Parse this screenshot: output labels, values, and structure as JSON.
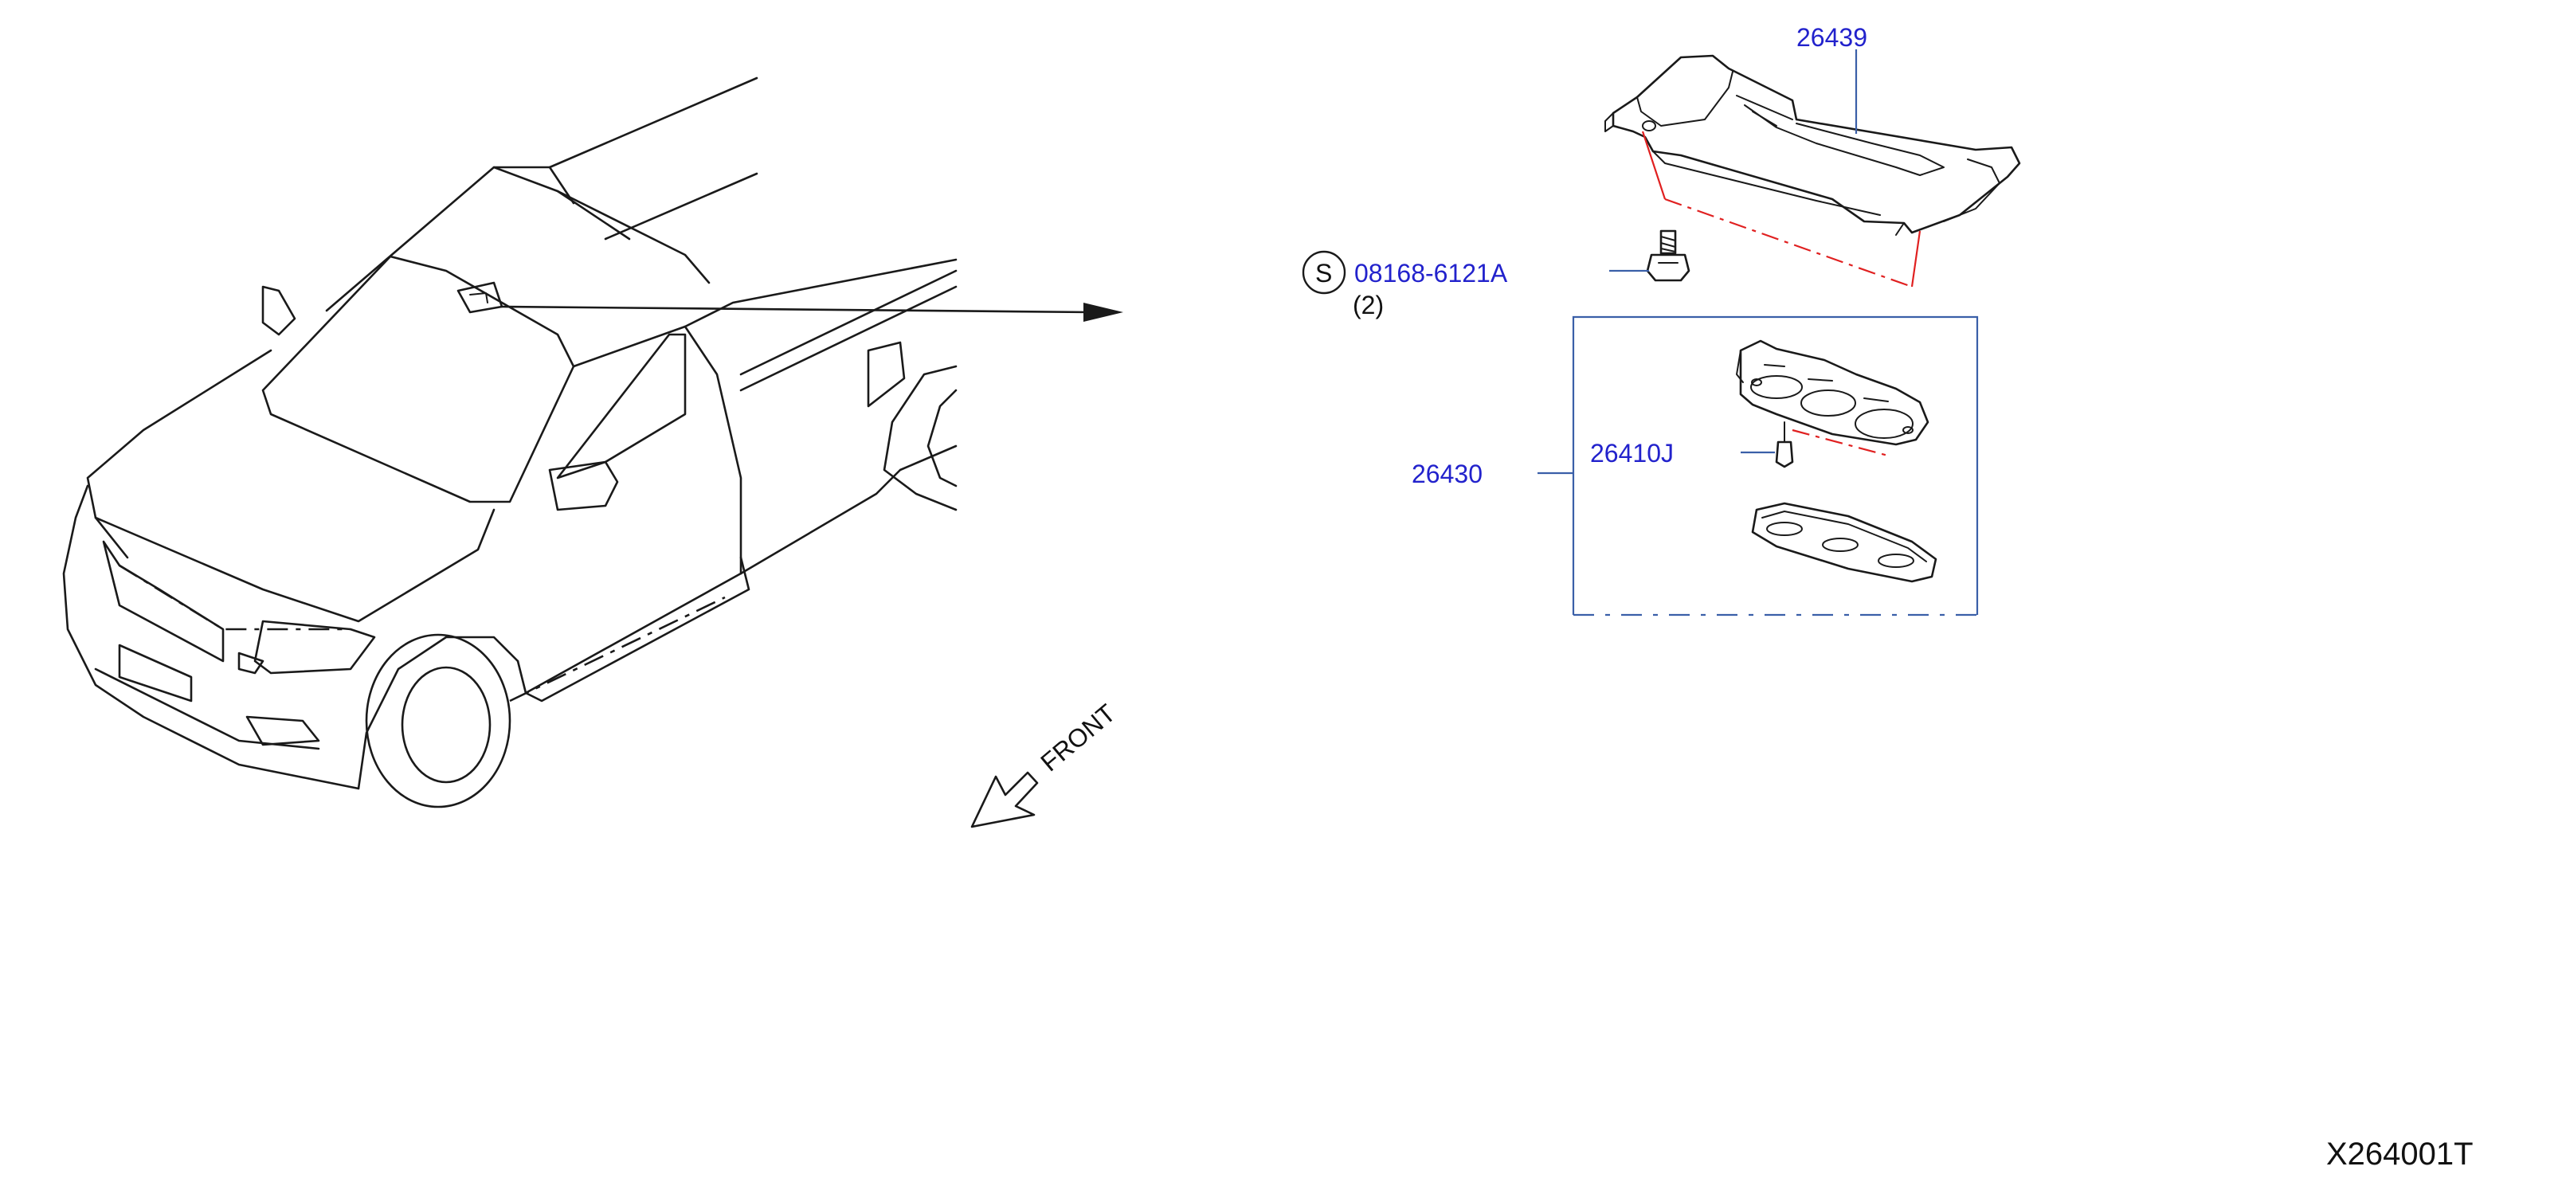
{
  "diagram": {
    "part_labels": {
      "bracket": "26439",
      "bolt": "08168-6121A",
      "bolt_qty": "(2)",
      "bolt_symbol": "S",
      "lamp_assembly": "26430",
      "bulb": "26410J"
    },
    "direction_label": "FRONT",
    "drawing_code": "X264001T"
  },
  "colors": {
    "part_number": "#2222cc",
    "leader": "#3a5fa8",
    "alignment": "#e02020",
    "outline": "#1a1a1a"
  }
}
